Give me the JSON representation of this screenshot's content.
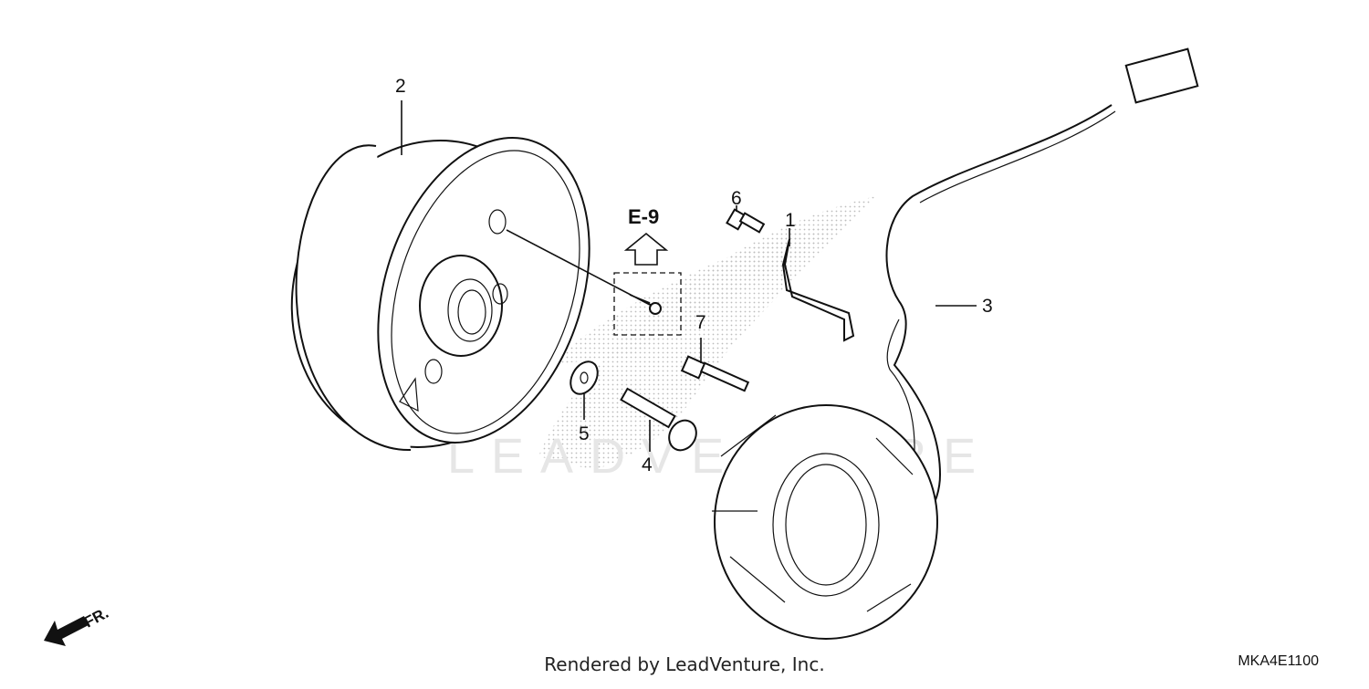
{
  "diagram": {
    "callouts": [
      "1",
      "2",
      "3",
      "4",
      "5",
      "6",
      "7"
    ],
    "reference": "E-9",
    "direction": "FR.",
    "watermark": "LEADVENTURE",
    "footer": "Rendered by LeadVenture, Inc.",
    "diagram_code": "MKA4E1100"
  }
}
